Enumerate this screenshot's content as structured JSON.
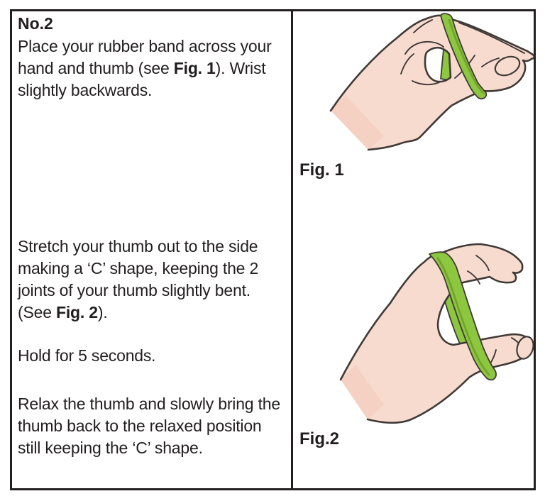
{
  "document": {
    "heading": "No.2",
    "step1": {
      "before": "Place your rubber band across your hand and thumb (see ",
      "fig_ref": "Fig. 1",
      "after": "). Wrist slightly backwards."
    },
    "step2": {
      "before": "Stretch your thumb out to the side making a ‘C’ shape, keeping the 2 joints of your thumb slightly bent. (See ",
      "fig_ref": "Fig. 2",
      "after": ")."
    },
    "hold": "Hold for 5 seconds.",
    "relax": "Relax the thumb and slowly bring the thumb back to the relaxed position still keeping the ‘C’ shape.",
    "figure1": {
      "label": "Fig. 1",
      "description": "hand relaxed with rubber band across hand and thumb"
    },
    "figure2": {
      "label": "Fig.2",
      "description": "thumb stretched out to the side making a C shape against rubber band"
    }
  },
  "colors": {
    "border": "#231f20",
    "text": "#221e1f",
    "skin": "#f8dbcf",
    "skin_shade": "#f0c9ba",
    "outline": "#403a37",
    "band_green": "#8dc63f",
    "band_dark": "#70a22e",
    "page_bg": "#ffffff"
  }
}
